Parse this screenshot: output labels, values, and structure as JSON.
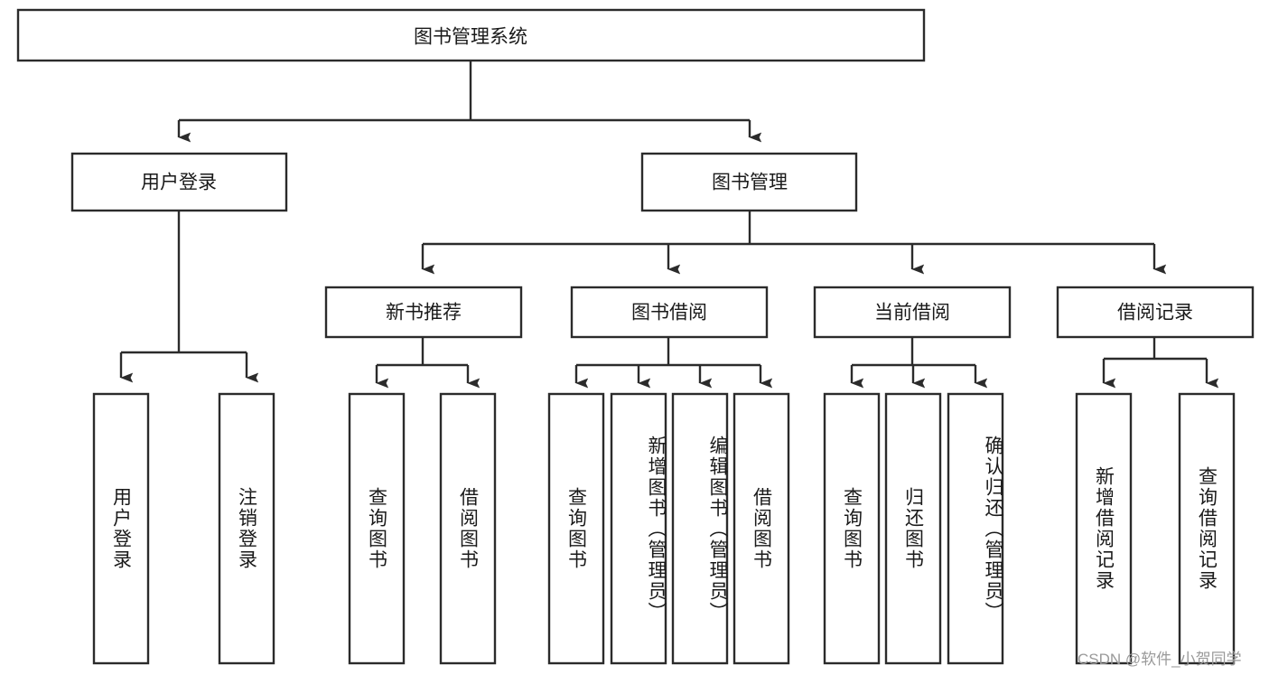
{
  "diagram": {
    "type": "tree-hierarchy-flowchart",
    "title": "图书管理系统",
    "colors": {
      "stroke": "#2b2b2b",
      "fill": "#ffffff",
      "text": "#1a1a1a",
      "watermark": "#9a9a9a",
      "background": "#ffffff"
    },
    "levels": {
      "root": {
        "label": "图书管理系统",
        "orientation": "horizontal"
      },
      "level1": [
        {
          "label": "用户登录",
          "orientation": "horizontal"
        },
        {
          "label": "图书管理",
          "orientation": "horizontal"
        }
      ],
      "level2": [
        {
          "label": "新书推荐",
          "orientation": "horizontal",
          "parent": "图书管理"
        },
        {
          "label": "图书借阅",
          "orientation": "horizontal",
          "parent": "图书管理"
        },
        {
          "label": "当前借阅",
          "orientation": "horizontal",
          "parent": "图书管理"
        },
        {
          "label": "借阅记录",
          "orientation": "horizontal",
          "parent": "图书管理"
        }
      ],
      "leaves": [
        {
          "label": "用户登录",
          "orientation": "vertical",
          "parent": "用户登录"
        },
        {
          "label": "注销登录",
          "orientation": "vertical",
          "parent": "用户登录"
        },
        {
          "label": "查询图书",
          "orientation": "vertical",
          "parent": "新书推荐"
        },
        {
          "label": "借阅图书",
          "orientation": "vertical",
          "parent": "新书推荐"
        },
        {
          "label": "查询图书",
          "orientation": "vertical",
          "parent": "图书借阅"
        },
        {
          "label": "新增图书（管理员）",
          "orientation": "vertical",
          "parent": "图书借阅"
        },
        {
          "label": "编辑图书（管理员）",
          "orientation": "vertical",
          "parent": "图书借阅"
        },
        {
          "label": "借阅图书",
          "orientation": "vertical",
          "parent": "图书借阅"
        },
        {
          "label": "查询图书",
          "orientation": "vertical",
          "parent": "当前借阅"
        },
        {
          "label": "归还图书",
          "orientation": "vertical",
          "parent": "当前借阅"
        },
        {
          "label": "确认归还（管理员）",
          "orientation": "vertical",
          "parent": "当前借阅"
        },
        {
          "label": "新增借阅记录",
          "orientation": "vertical",
          "parent": "借阅记录"
        },
        {
          "label": "查询借阅记录",
          "orientation": "vertical",
          "parent": "借阅记录"
        }
      ]
    },
    "watermark": "CSDN @软件_小贺同学"
  }
}
